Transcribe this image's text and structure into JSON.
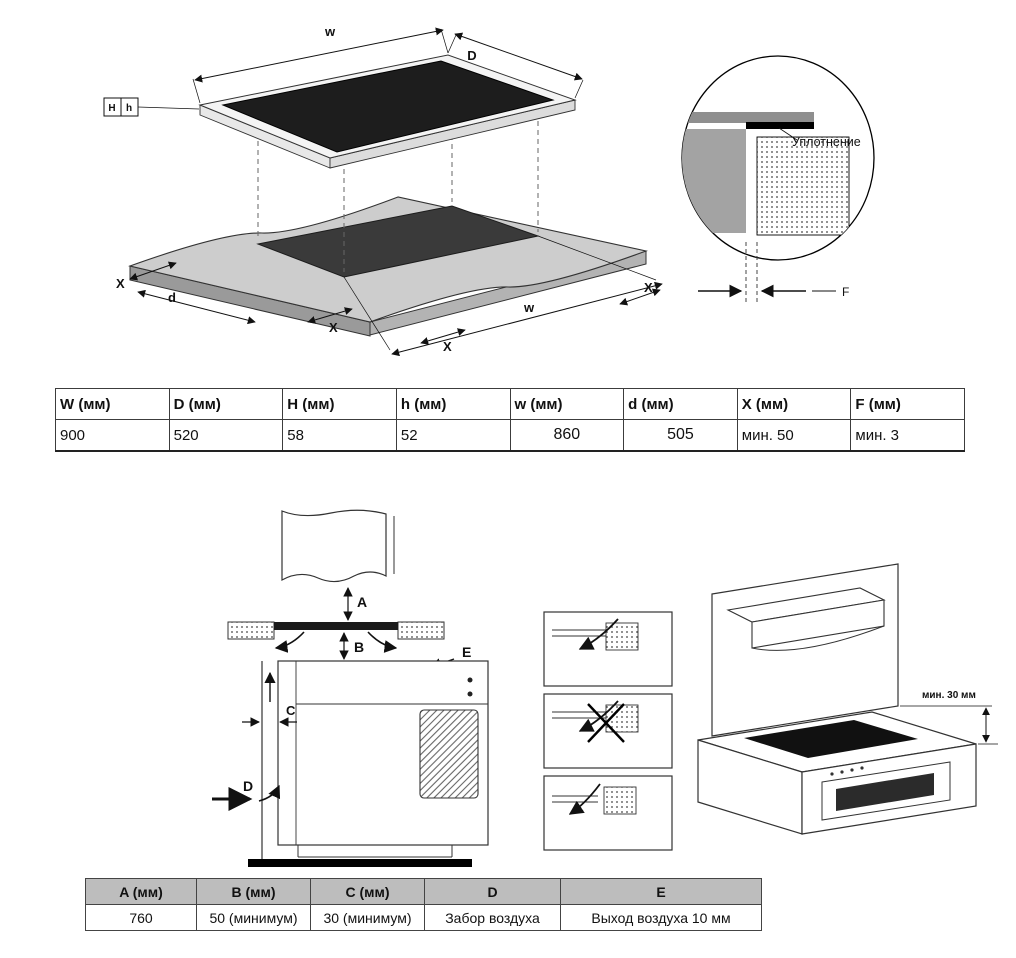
{
  "diagram_top": {
    "labels": {
      "w_top": "w",
      "D": "D",
      "H": "H",
      "h": "h",
      "x_left": "X",
      "d": "d",
      "x_bottom_1": "X",
      "x_bottom_2": "X",
      "w_bottom": "w",
      "x_right": "X",
      "seal": "Уплотнение",
      "F": "F"
    }
  },
  "dimensions_table": {
    "headers": [
      "W (мм)",
      "D (мм)",
      "H (мм)",
      "h (мм)",
      "w (мм)",
      "d (мм)",
      "X (мм)",
      "F (мм)"
    ],
    "row": [
      "900",
      "520",
      "58",
      "52",
      "860",
      "505",
      "мин. 50",
      "мин. 3"
    ]
  },
  "diagram_bottom": {
    "labels": {
      "A": "A",
      "B": "B",
      "C": "C",
      "D": "D",
      "E": "E",
      "min_30": "мин. 30 мм"
    }
  },
  "installation_table": {
    "headers": [
      "A (мм)",
      "B (мм)",
      "C (мм)",
      "D",
      "E"
    ],
    "row": [
      "760",
      "50 (минимум)",
      "30 (минимум)",
      "Забор воздуха",
      "Выход воздуха 10 мм"
    ]
  }
}
